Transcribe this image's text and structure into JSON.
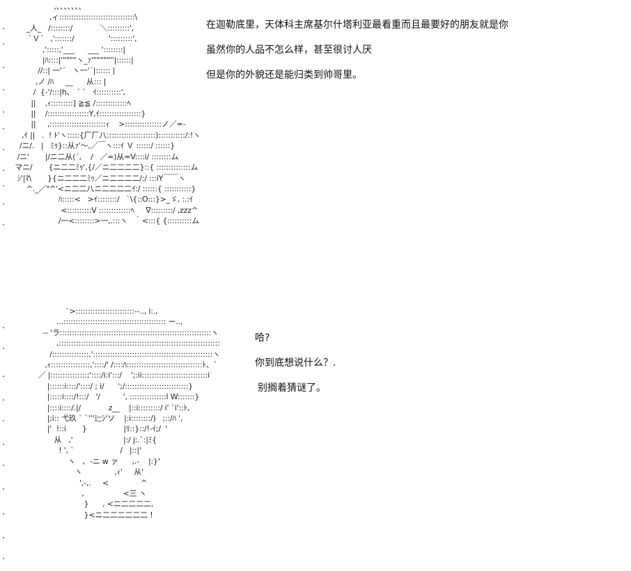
{
  "scene_1": {
    "ascii_art": [
      "                  ,、、、、、、、",
      "                ,ィ:::::::::::::::::::::::::::::::\\",
      "      _人_   /::::::::/            ＼:::::::::',",
      "       `Ｖ´   ,':::::::/               ':::::::::',",
      "             ,':::::,'___      ___ '::::::::|",
      "             |ﾊ::::|'\"\"\"\"ヽ_ｧ'\"\"\"\"\"''|::::::|",
      "           //::| 一'´   ヽ一'´|:::::: |",
      "          ,ノ /ﾊ     __      从::: |",
      "         /  {-'/:::|h、 ´ `   ｲ::::::::::',",
      "        ||    ,ｨ:::::::::] ≧≦ /:::::::::::::ﾍ",
      "        ||    /:::::::::::::::::Y,ｲ:::::::::::::::::}",
      "        ||     ,:::::::::::::::::::::::ｨ    >:::::::::::::::ノ／=-",
      "    ,ｲ ||   .  ! ﾄ'ヽ:::::{厂厂八::::::::::::::::::::):::::::::::/:!ヽ",
      "   /ニ/.   |   ﾐｩ}::从ｧ'〜,／￣ヽ:::ｲ Ｖ ::::::/ ::::::}",
      "  /ニ'       |/ニ二从(´,    /   ／=)从=V::::i/ ::::::::ム",
      " マニ/       {ニ二二ﾐｩ',{/／ニ二二二二}::{ ::::::::::::::ム",
      "  ｼ'|ﾏ\\       }{ニ二二二ﾐｩ／ニ二二二二/:/ :::iY￣￣ヽ",
      "      ^._／\"^'<ニ二二八ニ二二二二ｲ:/ ::::::{ :::::::::::}",
      "                    ﾊ:::::<   >ｲ::::::::/   `\\{::O:::}>_ゞ, :.:ｲ",
      "                     <::::::::::V :::::::::::::ﾍ     ∇:::::::::/ ,zzz^",
      "                    /一<::::::::>一,.:::ヽ   ｀<:::{ {::::::::::ム"
    ],
    "dialogue": [
      "在迦勒底里，天体科主席基尔什塔利亚最看重而且最要好的朋友就是你",
      "虽然你的人品不怎么样，甚至很讨人厌",
      "但是你的外貌还是能归类到帅哥里。"
    ]
  },
  "scene_2": {
    "ascii_art": [
      "              `>::::::::::::::::::::::::--.., i:.,",
      "          ...:::::::::::::::::::::::::::::::::::::::::: ー..,",
      "    -‐ 'ラ::::::::::::::::::::::::::::::::::::::::::::::::::::::::::::::ヽ",
      "          ,::::::::::::::::::::::::::::::::::::::::::::::::::::::::::::::::::",
      "       /:::::::::::::::,':::::::::::::::::::::::::::::::::::::::::::::::::ヽ",
      "     ,ｨ::::::::::::::::,'::::/' /::::ﾊ:::::::::::::::::::::::::::::::ﾄ、`",
      "  ／ |:::::::::::::::;'::::/i:i':::/    ';:ii:::::::::::::::::::::::::::i",
      "      |::::::i::::/'::::/ ; i/      ';/::::::::::::::::::::::::::}",
      "      |:::::i::::/!:::/   '/          ', :::::::::::::::l W:::::::}",
      "      |::::i::::/.|/            z__    |::i:::::::::/ i' `i'::ﾄ,",
      "      |;i:: 弋玖 ` `'''辷ｼ'ソ    |:i::::::::/)   ;::/ﾊ ',",
      "      |'  !::i       }                |ﾘ::}::/!-ｲ;/  '",
      "         从   ,'                      |:/ j:.`:|ﾐ{",
      "           ! ', `                    /   |::|'",
      "               ヽ   、-ニ w ァ      ,.-    |:}'",
      "                  ヽ              ,ｨ'     从'",
      "                    ',-,.     <              ^",
      "                     ,                 <三 ヽ",
      "                      }      , <ニ二二二二,",
      "                      }<ニ二二二二二二 !"
    ],
    "dialogue": [
      "哈?",
      "你到底想说什么？.",
      "别搁着猜谜了。"
    ]
  }
}
